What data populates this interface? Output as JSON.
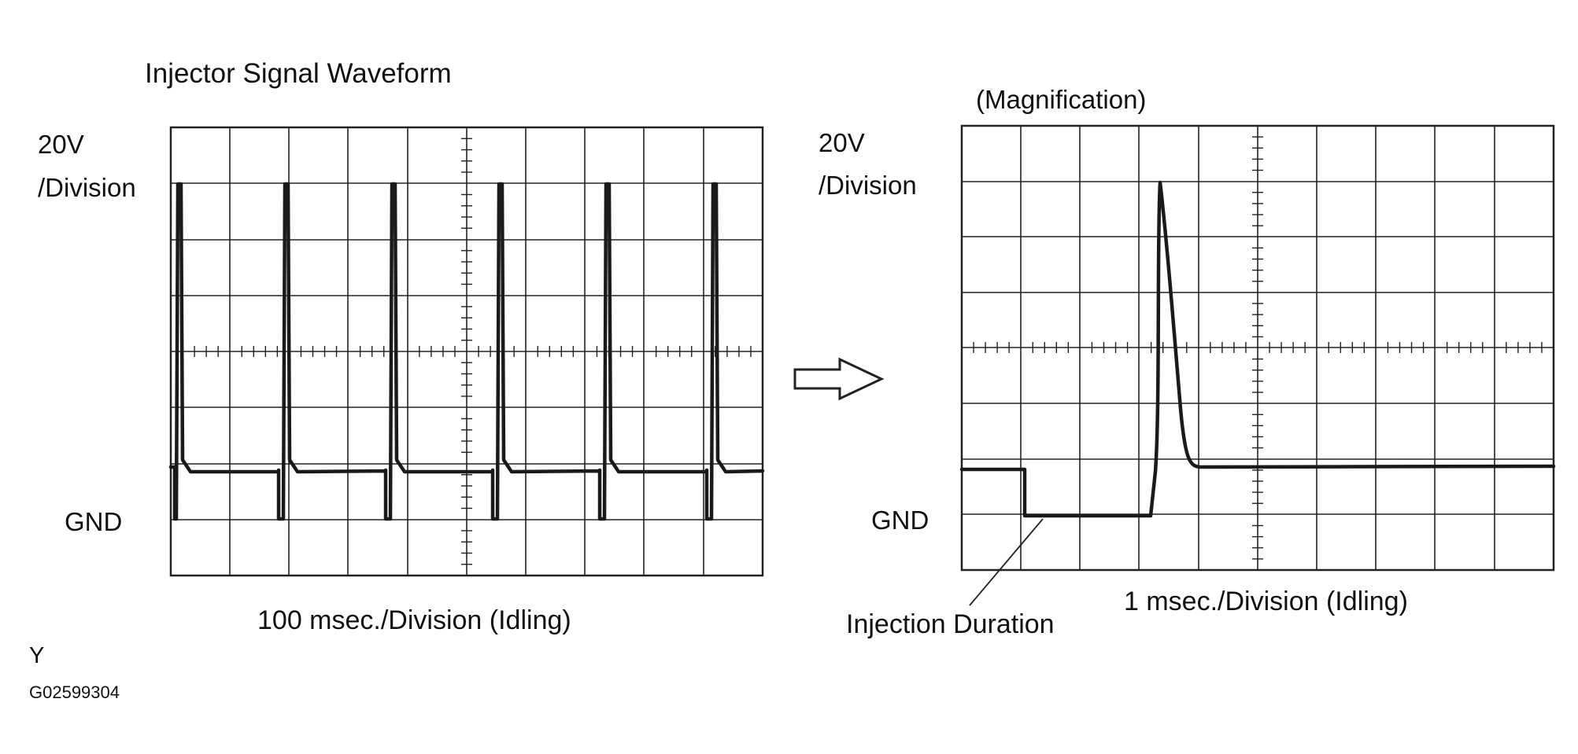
{
  "title": "Injector Signal Waveform",
  "magnification_label": "(Magnification)",
  "left_scope": {
    "volt_label_line1": "20V",
    "volt_label_line2": "/Division",
    "gnd_label": "GND",
    "time_label": "100 msec./Division (Idling)"
  },
  "right_scope": {
    "volt_label_line1": "20V",
    "volt_label_line2": "/Division",
    "gnd_label": "GND",
    "time_label": "1 msec./Division (Idling)",
    "annotation": "Injection Duration"
  },
  "footer": {
    "letter": "Y",
    "code": "G02599304"
  }
}
